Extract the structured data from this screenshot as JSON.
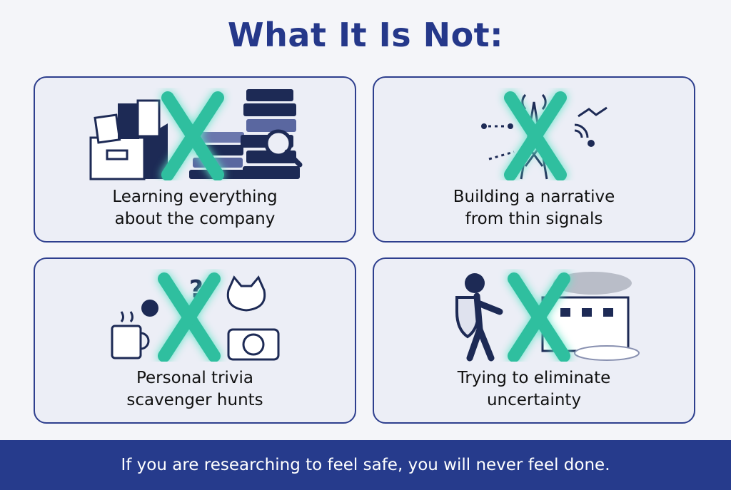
{
  "title": "What It Is Not:",
  "cards": [
    {
      "label": "Learning everything\nabout the company",
      "icon": "file-box-books-magnifier-icon"
    },
    {
      "label": "Building a narrative\nfrom thin signals",
      "icon": "signal-tower-icon"
    },
    {
      "label": "Personal trivia\nscavenger hunts",
      "icon": "mug-cat-camera-trivia-icon"
    },
    {
      "label": "Trying to eliminate\nuncertainty",
      "icon": "knight-dam-icon"
    }
  ],
  "footer": "If you are researching to feel safe, you will never feel done.",
  "colors": {
    "primary": "#263b8c",
    "cross": "#2fbf9f",
    "card_bg": "#eceef6"
  }
}
